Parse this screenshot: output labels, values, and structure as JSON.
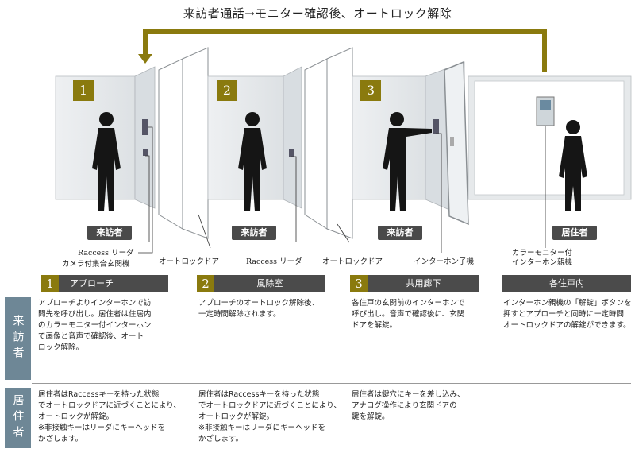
{
  "title": "来訪者通話→モニター確認後、オートロック解除",
  "scene": {
    "step_numbers": [
      "1",
      "2",
      "3"
    ],
    "tags": [
      "来訪者",
      "来訪者",
      "来訪者",
      "居住者"
    ],
    "callouts": {
      "raccess_reader_1": "Raccess リーダ",
      "camera_panel": "カメラ付集合玄関機",
      "autolock_door_1": "オートロックドア",
      "raccess_reader_2": "Raccess リーダ",
      "autolock_door_2": "オートロックドア",
      "intercom_sub": "インターホン子機",
      "monitor_line1": "カラーモニター付",
      "monitor_line2": "インターホン親機"
    }
  },
  "columns": [
    {
      "num": "1",
      "heading": "アプローチ"
    },
    {
      "num": "2",
      "heading": "風除室"
    },
    {
      "num": "3",
      "heading": "共用廊下"
    },
    {
      "num": "",
      "heading": "各住戸内"
    }
  ],
  "roles": {
    "visitor": "来訪者",
    "resident": "居住者"
  },
  "visitor_rows": [
    [
      "アプローチよりインターホンで訪",
      "問先を呼び出し。居住者は住居内",
      "のカラーモニター付インターホン",
      "で画像と音声で確認後、オート",
      "ロック解除。"
    ],
    [
      "アプローチのオートロック解除後、",
      "一定時間解除されます。"
    ],
    [
      "各住戸の玄関前のインターホンで",
      "呼び出し。音声で確認後に、玄関",
      "ドアを解錠。"
    ],
    [
      "インターホン親機の「解錠」ボタンを",
      "押すとアプローチと同時に一定時間",
      "オートロックドアの解錠ができます。"
    ]
  ],
  "resident_rows": [
    [
      "居住者はRaccessキーを持った状態",
      "でオートロックドアに近づくことにより、",
      "オートロックが解錠。",
      "※非接触キーはリーダにキーヘッドを",
      "かざします。"
    ],
    [
      "居住者はRaccessキーを持った状態",
      "でオートロックドアに近づくことにより、",
      "オートロックが解錠。",
      "※非接触キーはリーダにキーヘッドを",
      "かざします。"
    ],
    [
      "居住者は鍵穴にキーを差し込み、",
      "アナログ操作により玄関ドアの",
      "鍵を解錠。"
    ],
    []
  ]
}
